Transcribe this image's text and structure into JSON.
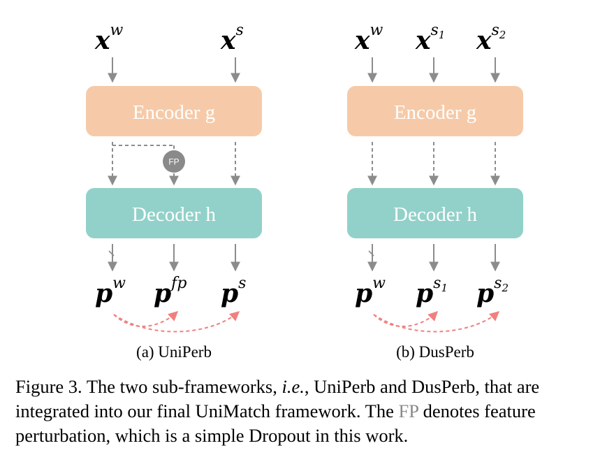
{
  "colors": {
    "encoder": "#f6caa8",
    "decoder": "#92d1c9",
    "arrow": "#8c8c8c",
    "fp_circle": "#8a8a8a",
    "consistency_arrow": "#f08080",
    "fp_text_in_caption": "#8a8a8a"
  },
  "diagram": {
    "encoder_label": "Encoder g",
    "decoder_label": "Decoder h",
    "fp_label": "FP",
    "panels": [
      {
        "caption": "(a) UniPerb",
        "inputs": [
          {
            "base": "x",
            "sup": "w"
          },
          {
            "base": "x",
            "sup": "s"
          }
        ],
        "outputs": [
          {
            "base": "p",
            "sup": "w"
          },
          {
            "base": "p",
            "sup": "fp"
          },
          {
            "base": "p",
            "sup": "s"
          }
        ]
      },
      {
        "caption": "(b) DusPerb",
        "inputs": [
          {
            "base": "x",
            "sup": "w"
          },
          {
            "base": "x",
            "sup": "s",
            "sub": "1"
          },
          {
            "base": "x",
            "sup": "s",
            "sub": "2"
          }
        ],
        "outputs": [
          {
            "base": "p",
            "sup": "w"
          },
          {
            "base": "p",
            "sup": "s",
            "sub": "1"
          },
          {
            "base": "p",
            "sup": "s",
            "sub": "2"
          }
        ]
      }
    ]
  },
  "caption": {
    "part1": "Figure 3. The two sub-frameworks, ",
    "ie": "i.e.",
    "part2": ", UniPerb and DusPerb, that are integrated into our final UniMatch framework. The ",
    "fp": "FP",
    "part3": " denotes feature perturbation, which is a simple Dropout in this work."
  }
}
